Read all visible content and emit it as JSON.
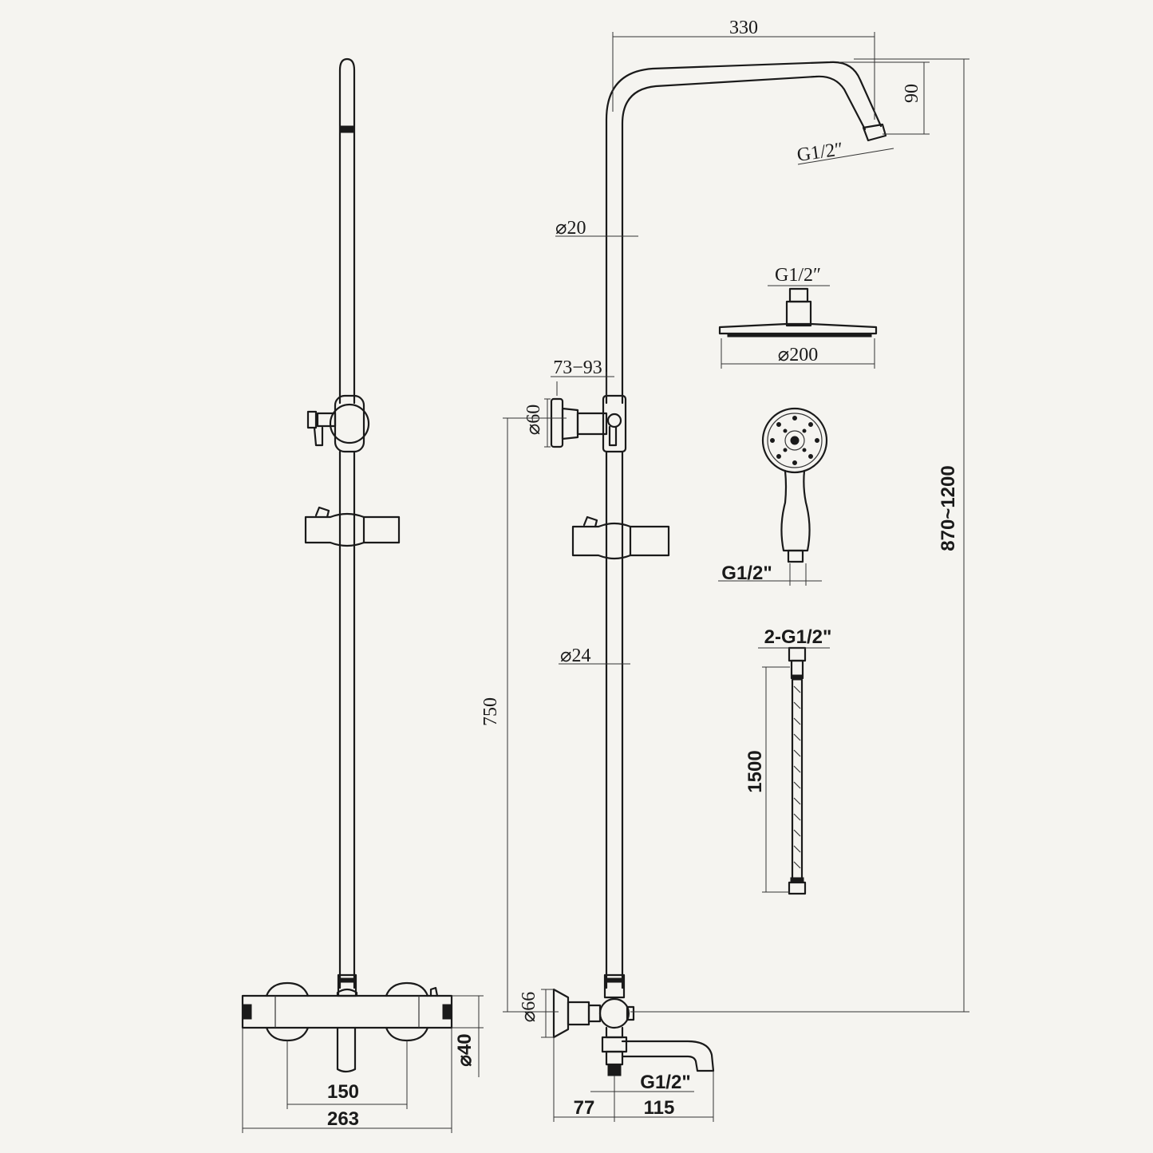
{
  "dimensions": {
    "arm_reach": "330",
    "arm_drop": "90",
    "arm_thread": "G1/2″",
    "upper_pipe_dia": "⌀20",
    "head_thread": "G1/2″",
    "head_dia": "⌀200",
    "holder_adjust": "73−93",
    "holder_dia": "⌀60",
    "handset_thread": "G1/2\"",
    "total_height": "870~1200",
    "hose_threads": "2-G1/2\"",
    "hose_length": "1500",
    "lower_pipe_dia": "⌀24",
    "valve_to_holder": "750",
    "escutcheon_dia": "⌀66",
    "valve_body_dia": "⌀40",
    "centres": "150",
    "valve_width": "263",
    "spout_thread": "G1/2\"",
    "wall_offset": "77",
    "spout_reach": "115"
  }
}
